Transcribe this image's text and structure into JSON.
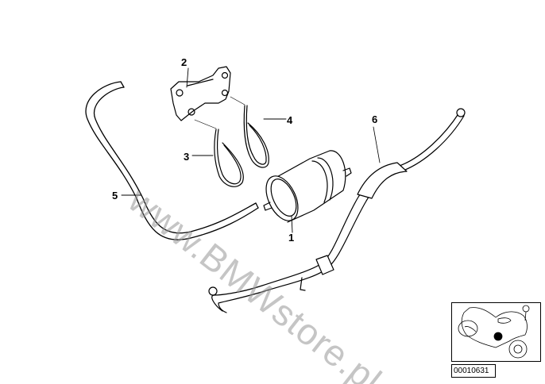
{
  "diagram": {
    "callouts": [
      {
        "id": "1",
        "label": "1"
      },
      {
        "id": "2",
        "label": "2"
      },
      {
        "id": "3",
        "label": "3"
      },
      {
        "id": "4",
        "label": "4"
      },
      {
        "id": "5",
        "label": "5"
      },
      {
        "id": "6",
        "label": "6"
      }
    ],
    "watermark": "www.BMWstore.pl",
    "inset": {
      "icon": "motorcycle-icon",
      "marker_color": "#000000",
      "id_label": "00010631"
    }
  }
}
